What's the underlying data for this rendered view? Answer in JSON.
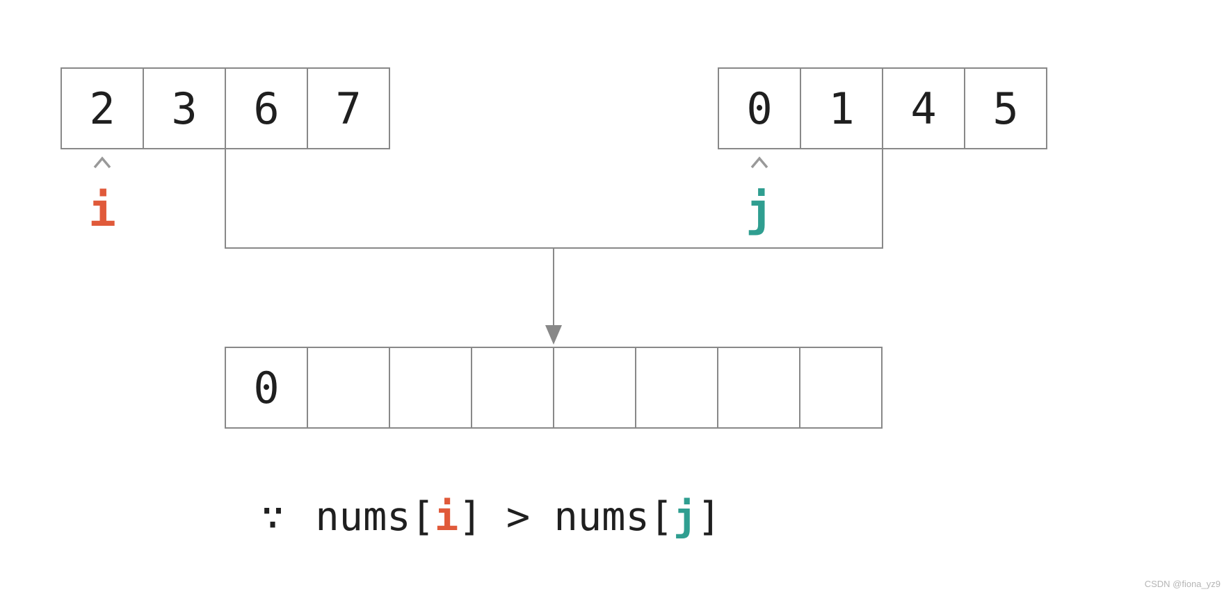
{
  "colors": {
    "line": "#888888",
    "caret": "#999999",
    "pointer_i": "#e05a3a",
    "pointer_j": "#2f9e90",
    "text": "#1f1f1f",
    "watermark": "#b5b5b5"
  },
  "arrays": {
    "left": {
      "values": [
        "2",
        "3",
        "6",
        "7"
      ]
    },
    "right": {
      "values": [
        "0",
        "1",
        "4",
        "5"
      ]
    },
    "result": {
      "values": [
        "0",
        "",
        "",
        "",
        "",
        "",
        "",
        ""
      ]
    }
  },
  "pointers": {
    "i": {
      "label": "i",
      "caret_icon": "chevron-up"
    },
    "j": {
      "label": "j",
      "caret_icon": "chevron-up"
    }
  },
  "caption": {
    "because_symbol": "∵",
    "seg1": "nums[",
    "i": "i",
    "seg2": "] > nums[",
    "j": "j",
    "seg3": "]"
  },
  "watermark": "CSDN @fiona_yz9"
}
